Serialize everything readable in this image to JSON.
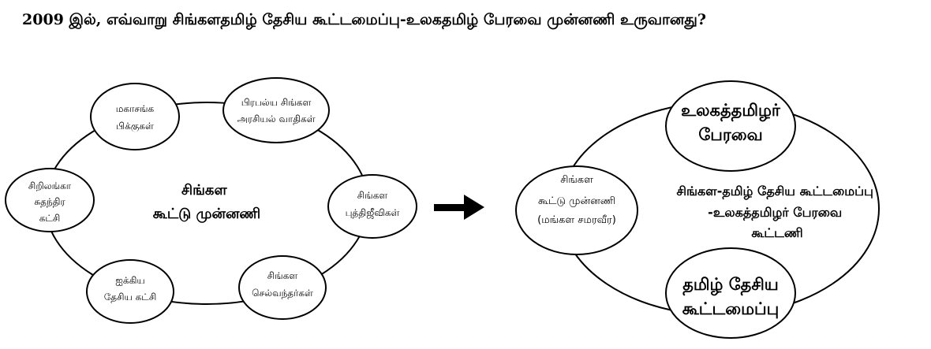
{
  "title": "2009 இல், எவ்வாறு சிங்களதமிழ் தேசிய கூட்டமைப்பு-உலகதமிழ் பேரவை  முன்னணி  உருவானது?",
  "left": {
    "center": [
      "சிங்கள",
      "கூட்டு  முன்னணி"
    ],
    "nodes": [
      [
        "மகாசங்க",
        "பிக்குகள்"
      ],
      [
        "பிரபல்ய  சிங்கள",
        "அரசியல்  வாதிகள்"
      ],
      [
        "சிறிலங்கா",
        "சுதந்திர",
        "கட்சி"
      ],
      [
        "சிங்கள",
        "புத்திஜீவிகள்"
      ],
      [
        "ஐக்கிய",
        "தேசிய  கட்சி"
      ],
      [
        "சிங்கள",
        "செல்வந்தர்கள்"
      ]
    ]
  },
  "right": {
    "center": [
      "சிங்கள-தமிழ்  தேசிய  கூட்டமைப்பு",
      "-உலகத்தமிழர்  பேரவை",
      "கூட்டணி"
    ],
    "nodes": [
      [
        "உலகத்தமிழர்",
        "பேரவை"
      ],
      [
        "சிங்கள",
        "கூட்டு  முன்னணி",
        "(மங்கள  சமரவீர)"
      ],
      [
        "தமிழ்  தேசிய",
        "கூட்டமைப்பு"
      ]
    ]
  }
}
